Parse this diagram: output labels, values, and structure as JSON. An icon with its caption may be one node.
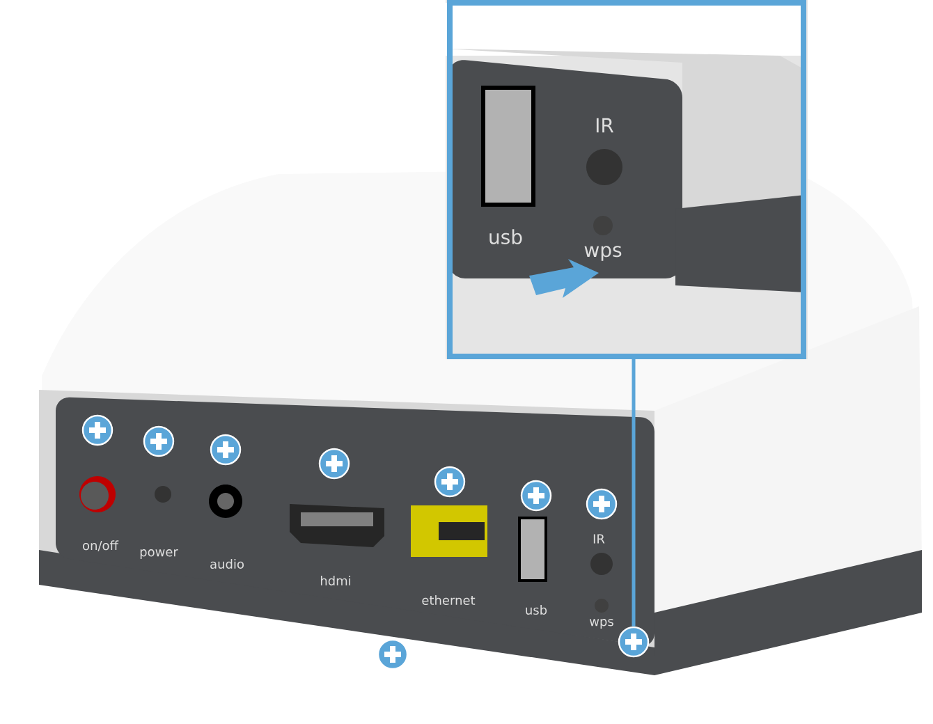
{
  "diagram": {
    "nodes": [
      {
        "text": [],
        "shape": "picture"
      },
      {
        "text": [],
        "shape": "circle"
      }
    ],
    "edges": [
      {
        "from": 1,
        "to": 0,
        "arrow": "none"
      }
    ],
    "labels": [
      "IR",
      "usb",
      "wps",
      "on/off",
      "power",
      "audio",
      "hdmi",
      "ethernet",
      "usb",
      "IR",
      "wps"
    ]
  }
}
